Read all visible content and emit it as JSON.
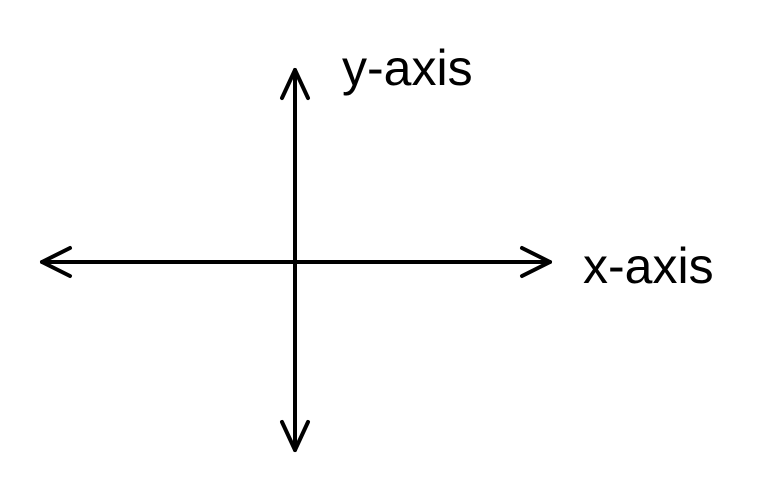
{
  "diagram": {
    "x_axis_label": "x-axis",
    "y_axis_label": "y-axis",
    "line_color": "#000000",
    "text_color": "#000000",
    "background_color": "#ffffff",
    "x_axis_arrows": "both-ends",
    "y_axis_arrows": "both-ends"
  }
}
